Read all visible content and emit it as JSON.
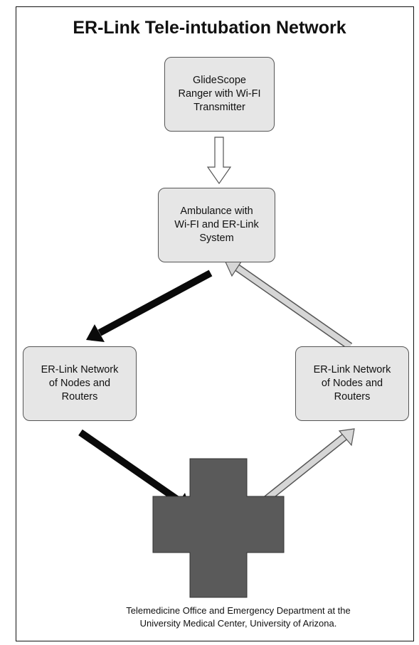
{
  "title": "ER-Link Tele-intubation Network",
  "nodes": {
    "glidescope": [
      "GlideScope",
      "Ranger with Wi-FI",
      "Transmitter"
    ],
    "ambulance": [
      "Ambulance with",
      "Wi-FI and ER-Link",
      "System"
    ],
    "network_left": [
      "ER-Link Network",
      "of Nodes and",
      "Routers"
    ],
    "network_right": [
      "ER-Link Network",
      "of Nodes and",
      "Routers"
    ]
  },
  "caption": [
    "Telemedicine Office and Emergency Department at the",
    "University Medical Center, University of Arizona."
  ],
  "colors": {
    "box_fill": "#e6e6e6",
    "dark_arrow": "#0a0a0a",
    "light_arrow": "#d6d6d6",
    "cross": "#5a5a5a"
  }
}
